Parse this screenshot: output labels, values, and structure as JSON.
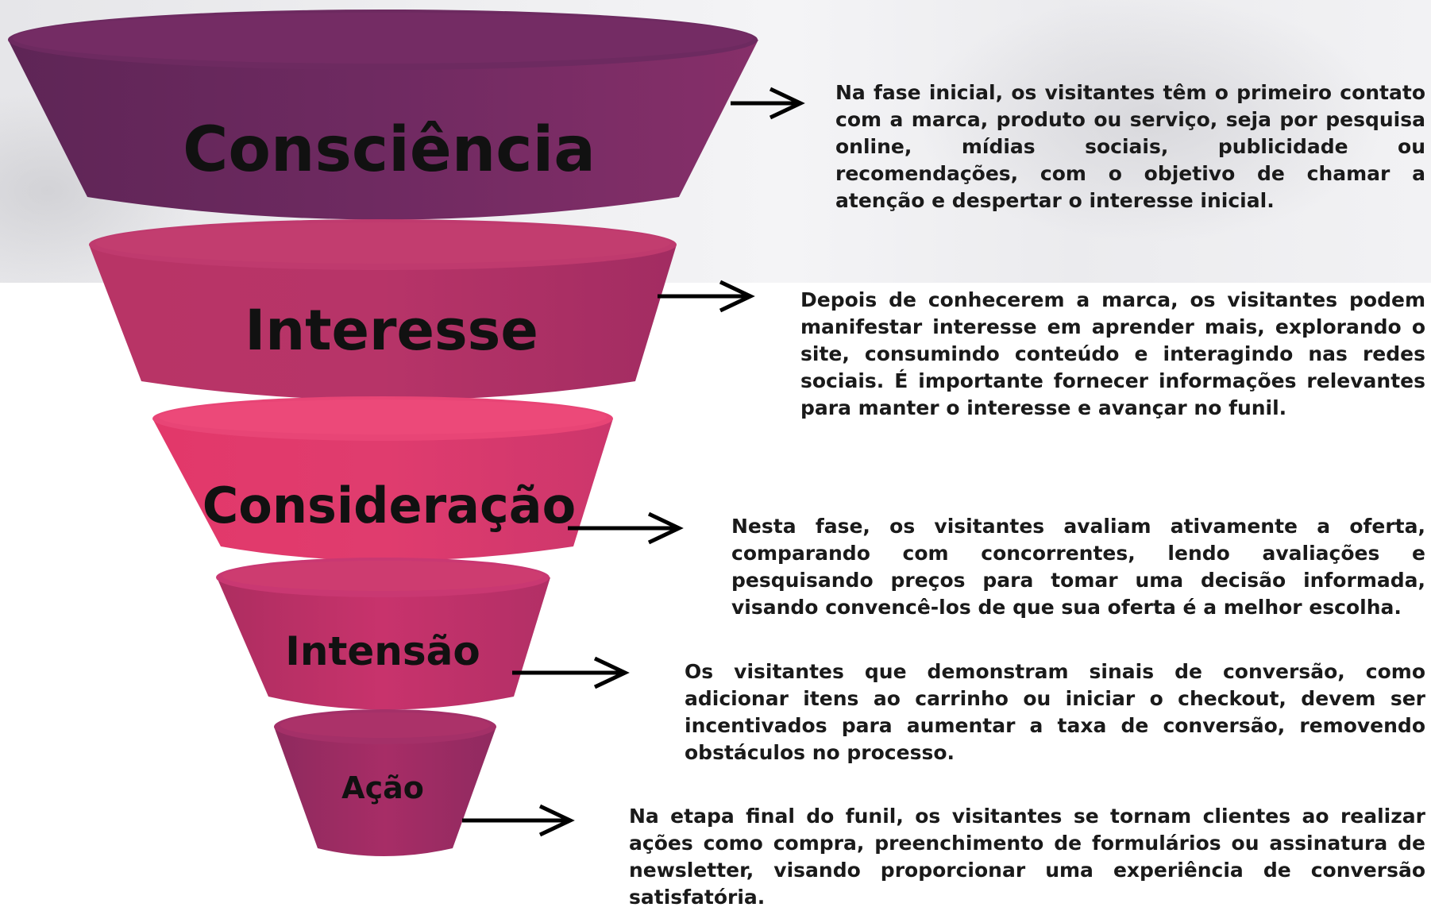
{
  "colors": {
    "stage1": "#6e2a60",
    "stage2": "#b23268",
    "stage3": "#e03a6e",
    "stage4": "#c8336c",
    "stage5": "#a02a64",
    "text": "#111111",
    "arrow": "#000000"
  },
  "stages": [
    {
      "title": "Consciência",
      "description": "Na fase inicial, os visitantes têm o primeiro contato com a marca, produto ou serviço, seja por pesquisa online, mídias sociais, publicidade ou recomendações, com o objetivo de chamar a atenção e despertar o interesse inicial."
    },
    {
      "title": "Interesse",
      "description": "Depois de conhecerem a marca, os visitantes podem manifestar interesse em aprender mais, explorando o site, consumindo conteúdo e interagindo nas redes sociais. É importante fornecer informações relevantes para manter o interesse e avançar no funil."
    },
    {
      "title": "Consideração",
      "description": "Nesta fase, os visitantes avaliam ativamente a oferta, comparando com concorrentes, lendo avaliações e pesquisando preços para tomar uma decisão informada, visando convencê-los de que sua oferta é a melhor escolha."
    },
    {
      "title": "Intensão",
      "description": "Os visitantes que demonstram sinais de conversão, como adicionar itens ao carrinho ou iniciar o checkout, devem ser incentivados para aumentar a taxa de conversão, removendo obstáculos no processo."
    },
    {
      "title": "Ação",
      "description": "Na etapa final do funil, os visitantes se tornam clientes ao realizar ações como compra, preenchimento de formulários ou assinatura de newsletter, visando proporcionar uma experiência de conversão satisfatória."
    }
  ]
}
